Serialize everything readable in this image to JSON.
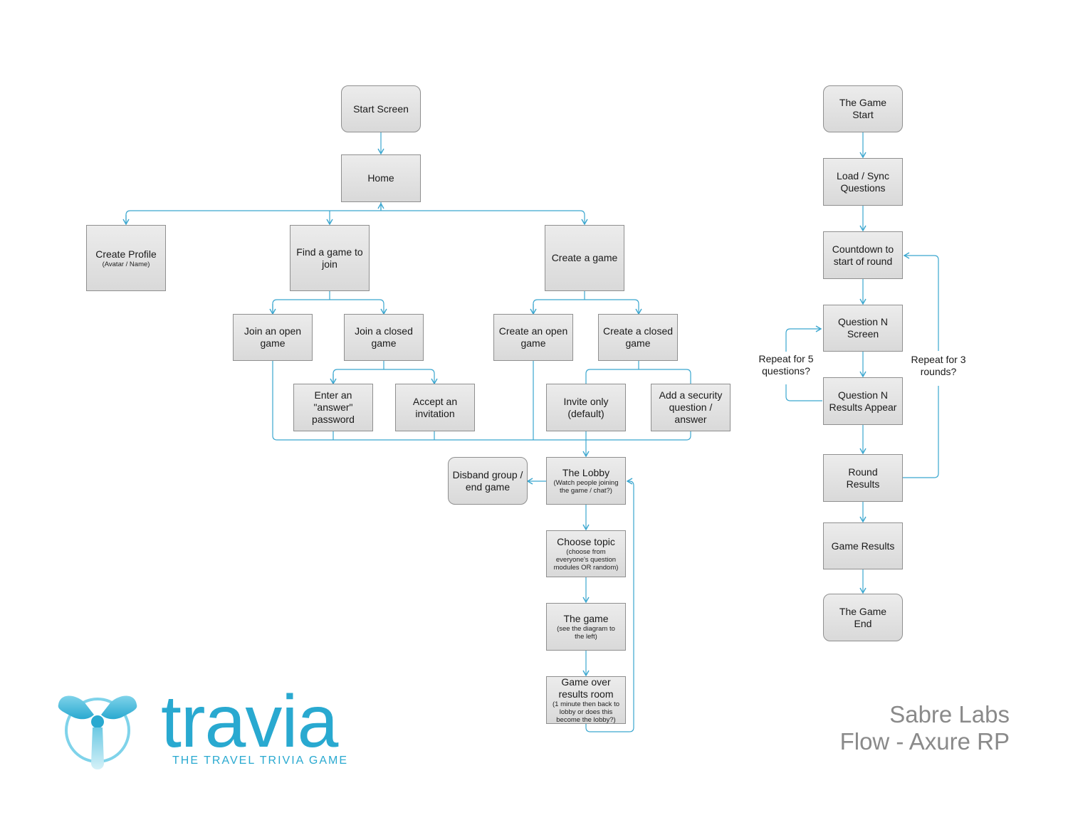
{
  "nodes": {
    "start_screen": {
      "title": "Start Screen"
    },
    "home": {
      "title": "Home"
    },
    "create_profile": {
      "title": "Create Profile",
      "sub": "(Avatar / Name)"
    },
    "find_game": {
      "title": "Find a game to\njoin"
    },
    "create_game": {
      "title": "Create a game"
    },
    "join_open": {
      "title": "Join an open\ngame"
    },
    "join_closed": {
      "title": "Join a closed\ngame"
    },
    "create_open": {
      "title": "Create an open\ngame"
    },
    "create_closed": {
      "title": "Create a closed\ngame"
    },
    "enter_password": {
      "title": "Enter an\n\"answer\"\npassword"
    },
    "accept_invitation": {
      "title": "Accept an\ninvitation"
    },
    "invite_only": {
      "title": "Invite only\n(default)"
    },
    "security_question": {
      "title": "Add a security\nquestion /\nanswer"
    },
    "disband": {
      "title": "Disband group /\nend game"
    },
    "lobby": {
      "title": "The Lobby",
      "sub": "(Watch people joining\nthe game / chat?)"
    },
    "choose_topic": {
      "title": "Choose topic",
      "sub": "(choose from\neveryone's question\nmodules OR random)"
    },
    "the_game": {
      "title": "The game",
      "sub": "(see the diagram to\nthe left)"
    },
    "game_over": {
      "title": "Game over\nresults room",
      "sub": "(1 minute then back to\nlobby or does this\nbecome the lobby?)"
    },
    "game_start": {
      "title": "The Game\nStart"
    },
    "load_sync": {
      "title": "Load / Sync\nQuestions"
    },
    "countdown": {
      "title": "Countdown to\nstart of round"
    },
    "question_n": {
      "title": "Question N\nScreen"
    },
    "question_results": {
      "title": "Question N\nResults Appear"
    },
    "round_results": {
      "title": "Round\nResults"
    },
    "game_results": {
      "title": "Game Results"
    },
    "game_end": {
      "title": "The Game\nEnd"
    }
  },
  "labels": {
    "repeat_questions": "Repeat for 5\nquestions?",
    "repeat_rounds": "Repeat for 3\nrounds?"
  },
  "brand": {
    "wordmark": "travia",
    "tagline": "THE TRAVEL TRIVIA GAME",
    "credit_line1": "Sabre Labs",
    "credit_line2": "Flow - Axure RP"
  },
  "colors": {
    "connector": "#3aa6cf",
    "brand": "#29a9d0",
    "node_border": "#8f8f8f"
  },
  "icons": {
    "logo": "propeller-logo-icon"
  }
}
